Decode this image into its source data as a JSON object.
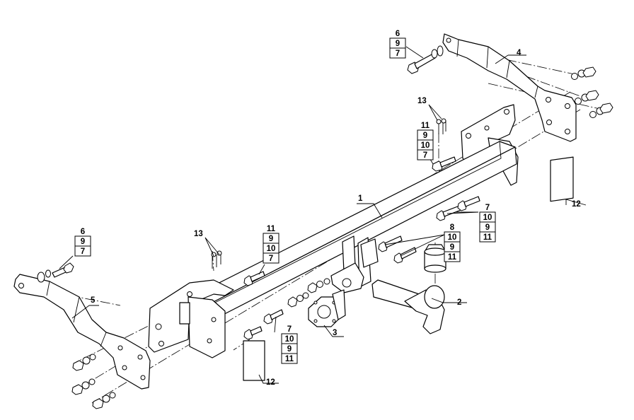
{
  "callouts": {
    "main_bar": "1",
    "ball": "2",
    "socket_plate": "3",
    "right_bracket": "4",
    "left_bracket": "5",
    "sticker_right": "12",
    "sticker_left": "12",
    "clip_top": "13",
    "clip_left": "13"
  },
  "stacks": {
    "top_left_bolt": [
      "6",
      "9",
      "7"
    ],
    "left_bolt": [
      "6",
      "9",
      "7"
    ],
    "upper_mid": [
      "11",
      "9",
      "10",
      "7"
    ],
    "center_left": [
      "11",
      "9",
      "10",
      "7"
    ],
    "lower_center": [
      "7",
      "10",
      "9",
      "11"
    ],
    "right_mid": [
      "7",
      "10",
      "9",
      "11"
    ],
    "ball_bolts": [
      "8",
      "10",
      "9",
      "11"
    ]
  }
}
